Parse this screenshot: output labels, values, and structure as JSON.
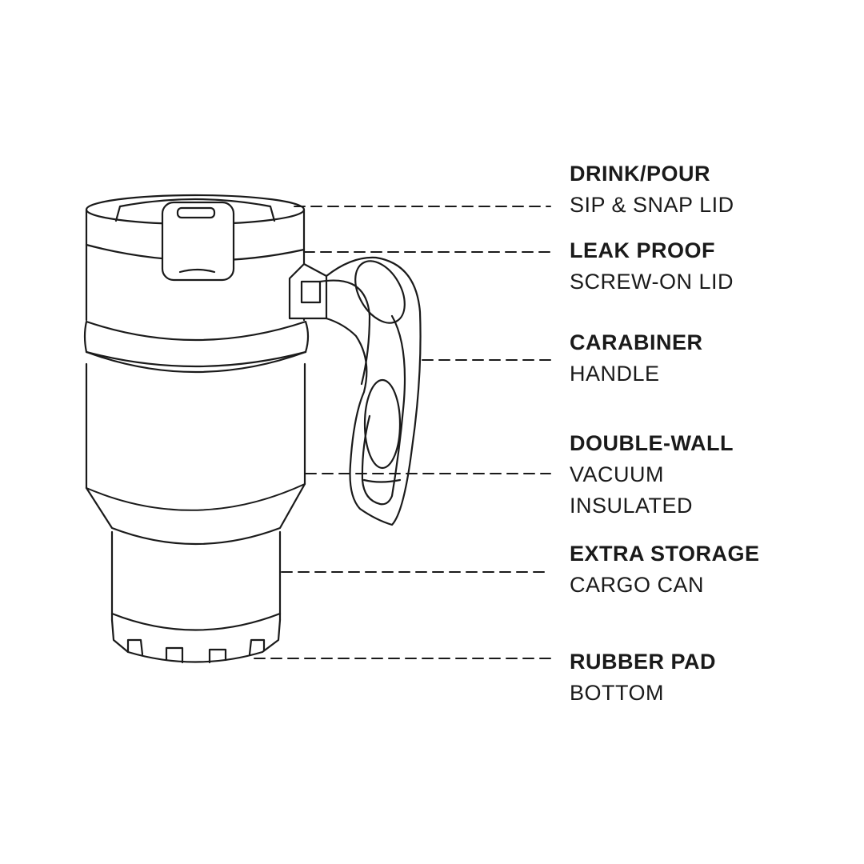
{
  "callouts": [
    {
      "title": "DRINK/POUR",
      "lines": [
        "SIP & SNAP LID"
      ]
    },
    {
      "title": "LEAK PROOF",
      "lines": [
        "SCREW-ON LID"
      ]
    },
    {
      "title": "CARABINER",
      "lines": [
        "HANDLE"
      ]
    },
    {
      "title": "DOUBLE-WALL",
      "lines": [
        "VACUUM",
        "INSULATED"
      ]
    },
    {
      "title": "EXTRA STORAGE",
      "lines": [
        "CARGO CAN"
      ]
    },
    {
      "title": "RUBBER PAD",
      "lines": [
        "BOTTOM"
      ]
    }
  ],
  "colors": {
    "line": "#1a1a1a",
    "background": "#ffffff"
  }
}
